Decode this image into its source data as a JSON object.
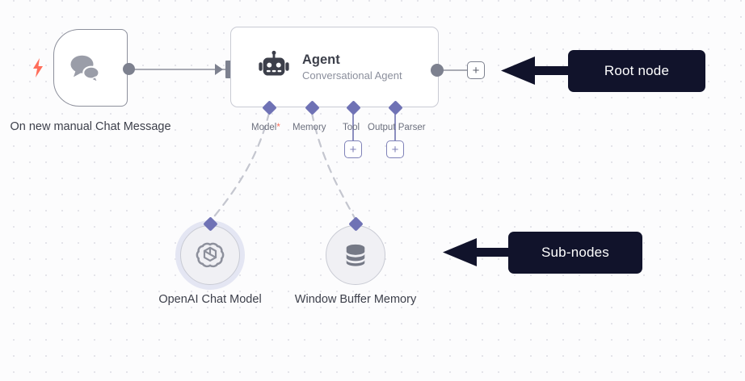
{
  "canvas": {
    "background_color": "#fcfcfd",
    "grid_dot_color": "#e4e4ea"
  },
  "nodes": {
    "trigger": {
      "caption": "On new manual Chat Message",
      "icon": "chat-bubbles-icon",
      "trigger_icon": "lightning-bolt-icon",
      "icon_color": "#8d909c",
      "bolt_color": "#ff6d5a"
    },
    "agent": {
      "title": "Agent",
      "subtitle": "Conversational Agent",
      "icon": "robot-icon",
      "icon_color": "#3c3f4a",
      "ports": [
        {
          "label": "Model",
          "required": true,
          "required_marker": "*",
          "has_plus": false
        },
        {
          "label": "Memory",
          "required": false,
          "required_marker": "",
          "has_plus": false
        },
        {
          "label": "Tool",
          "required": false,
          "required_marker": "",
          "has_plus": true
        },
        {
          "label": "Output Parser",
          "required": false,
          "required_marker": "",
          "has_plus": true
        }
      ],
      "output_plus_label": "+"
    },
    "sub_nodes": [
      {
        "label": "OpenAI Chat Model",
        "icon": "openai-logo-icon",
        "highlighted": true
      },
      {
        "label": "Window Buffer Memory",
        "icon": "database-stack-icon",
        "highlighted": false
      }
    ]
  },
  "callouts": [
    {
      "text": "Root node",
      "color": "#11132b",
      "arrow": "arrow-left-icon"
    },
    {
      "text": "Sub-nodes",
      "color": "#11132b",
      "arrow": "arrow-left-icon"
    }
  ],
  "plus_button_label": "+"
}
